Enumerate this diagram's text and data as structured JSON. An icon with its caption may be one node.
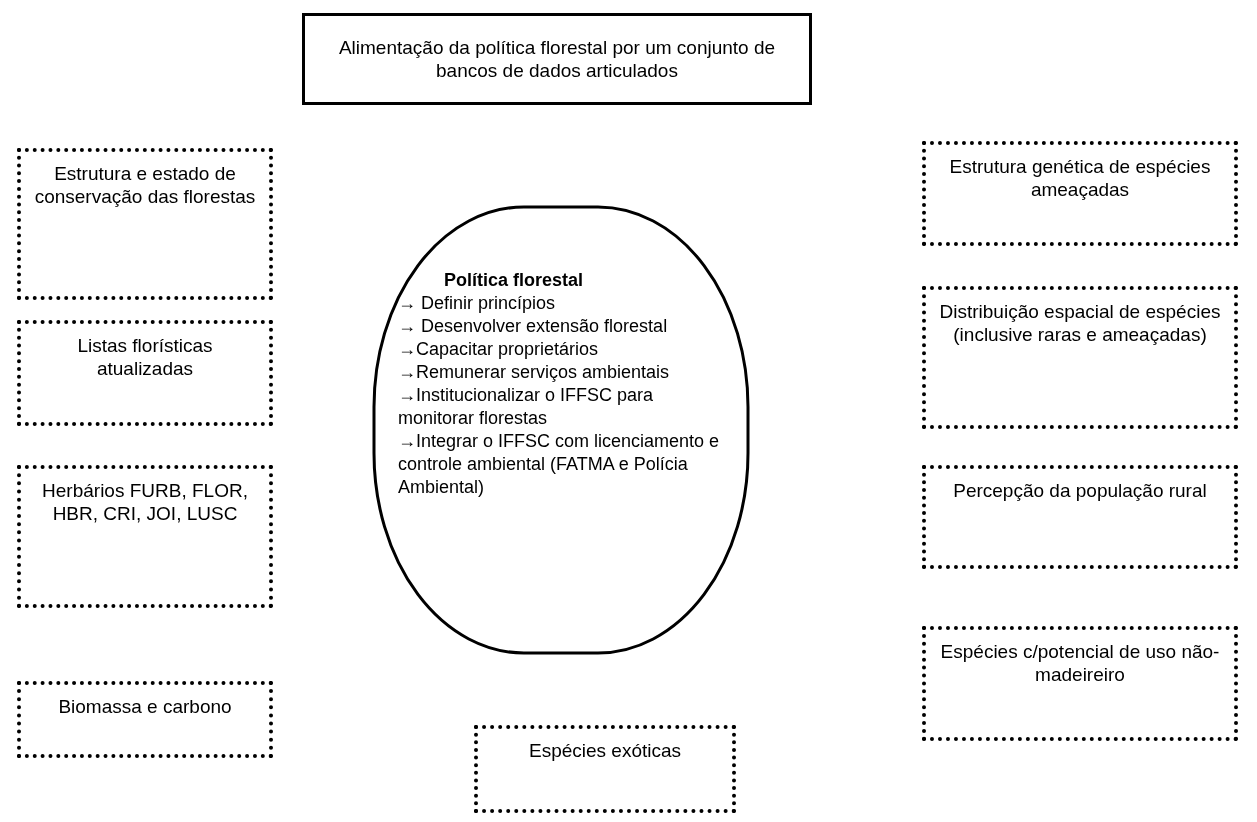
{
  "diagram": {
    "nodes": [
      {
        "text": [
          "Alimentação da política florestal por um conjunto de bancos de dados articulados"
        ]
      },
      {
        "text": [
          "Estrutura e estado de conservação das florestas"
        ]
      },
      {
        "text": [
          "Estrutura genética de espécies ameaçadas"
        ]
      },
      {
        "text": [
          "Política florestal",
          "→ Definir princípios",
          "→ Desenvolver extensão florestal",
          "→Capacitar proprietários",
          "→Remunerar serviços ambientais",
          "→Institucionalizar o IFFSC para monitorar florestas",
          "→Integrar o IFFSC com licenciamento e controle ambiental (FATMA e Polícia Ambiental)"
        ]
      },
      {
        "text": [
          "Listas florísticas atualizadas"
        ]
      },
      {
        "text": [
          "Distribuição espacial de espécies (inclusive raras e ameaçadas)"
        ]
      },
      {
        "text": [
          "Herbários FURB, FLOR, HBR, CRI, JOI, LUSC"
        ]
      },
      {
        "text": [
          "Percepção da população rural"
        ]
      },
      {
        "text": [
          "Biomassa e carbono"
        ]
      },
      {
        "text": [
          "Espécies c/potencial de uso não-madeireiro"
        ]
      },
      {
        "text": [
          "Espécies exóticas"
        ]
      }
    ],
    "edges": []
  }
}
